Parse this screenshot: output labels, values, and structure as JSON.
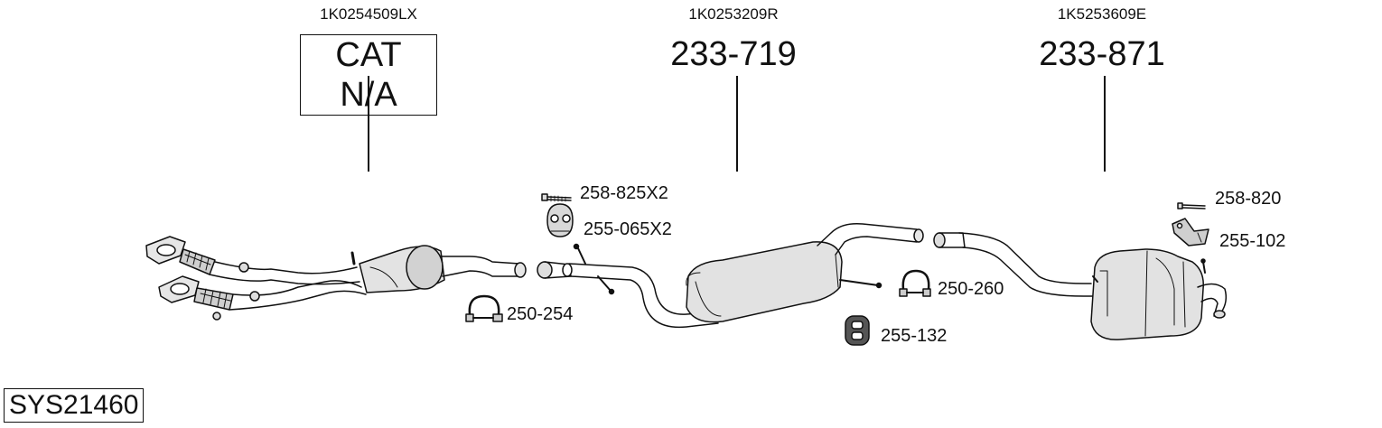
{
  "system_id": "SYS21460",
  "sections": [
    {
      "oem": "1K0254509LX",
      "part": "CAT N/A"
    },
    {
      "oem": "1K0253209R",
      "part": "233-719"
    },
    {
      "oem": "1K5253609E",
      "part": "233-871"
    }
  ],
  "fittings": {
    "bolt_front": "258-825X2",
    "hanger_front": "255-065X2",
    "clamp_front": "250-254",
    "clamp_mid": "250-260",
    "hanger_mid": "255-132",
    "bolt_rear": "258-820",
    "bracket_rear": "255-102"
  }
}
